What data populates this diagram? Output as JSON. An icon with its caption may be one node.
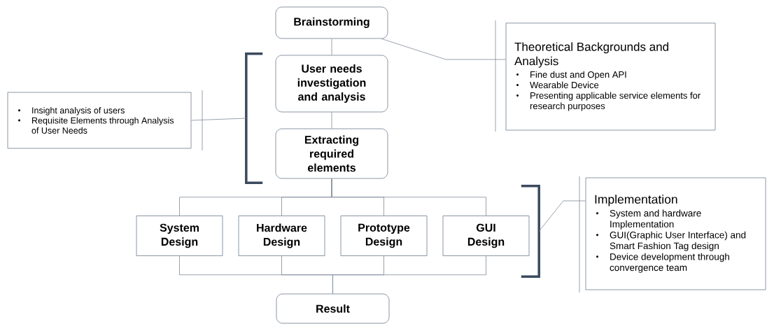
{
  "diagram": {
    "nodes": [
      {
        "text": [
          "Brainstorming"
        ]
      },
      {
        "text": [
          "User needs investigation and analysis"
        ]
      },
      {
        "text": [
          "Extracting required elements"
        ]
      },
      {
        "text": [
          "System Design"
        ]
      },
      {
        "text": [
          "Hardware Design"
        ]
      },
      {
        "text": [
          "Prototype Design"
        ]
      },
      {
        "text": [
          "GUI Design"
        ]
      },
      {
        "text": [
          "Result"
        ]
      },
      {
        "text": [
          "Theoretical Backgrounds and Analysis",
          "Fine dust and Open API",
          "Wearable Device",
          "Presenting applicable service elements for research purposes"
        ]
      },
      {
        "text": [
          "Insight analysis of users",
          "Requisite Elements through Analysis of User Needs"
        ]
      },
      {
        "text": [
          "Implementation",
          "System and hardware Implementation",
          "GUI(Graphic User Interface) and Smart Fashion Tag design",
          "Device development through convergence team"
        ]
      },
      {
        "text": [],
        "shape": "bracket"
      },
      {
        "text": [],
        "shape": "bracket"
      }
    ],
    "edges": [
      {
        "from": 0,
        "to": 1,
        "arrow": "none"
      },
      {
        "from": 1,
        "to": 2,
        "arrow": "none"
      },
      {
        "from": 2,
        "to": 3,
        "arrow": "none"
      },
      {
        "from": 2,
        "to": 4,
        "arrow": "none"
      },
      {
        "from": 2,
        "to": 5,
        "arrow": "none"
      },
      {
        "from": 2,
        "to": 6,
        "arrow": "none"
      },
      {
        "from": 3,
        "to": 7,
        "arrow": "none"
      },
      {
        "from": 4,
        "to": 7,
        "arrow": "none"
      },
      {
        "from": 5,
        "to": 7,
        "arrow": "none"
      },
      {
        "from": 6,
        "to": 7,
        "arrow": "none"
      },
      {
        "from": 0,
        "to": 8,
        "arrow": "none"
      },
      {
        "from": 9,
        "to": 11,
        "arrow": "none"
      },
      {
        "from": 10,
        "to": 12,
        "arrow": "none"
      }
    ]
  }
}
